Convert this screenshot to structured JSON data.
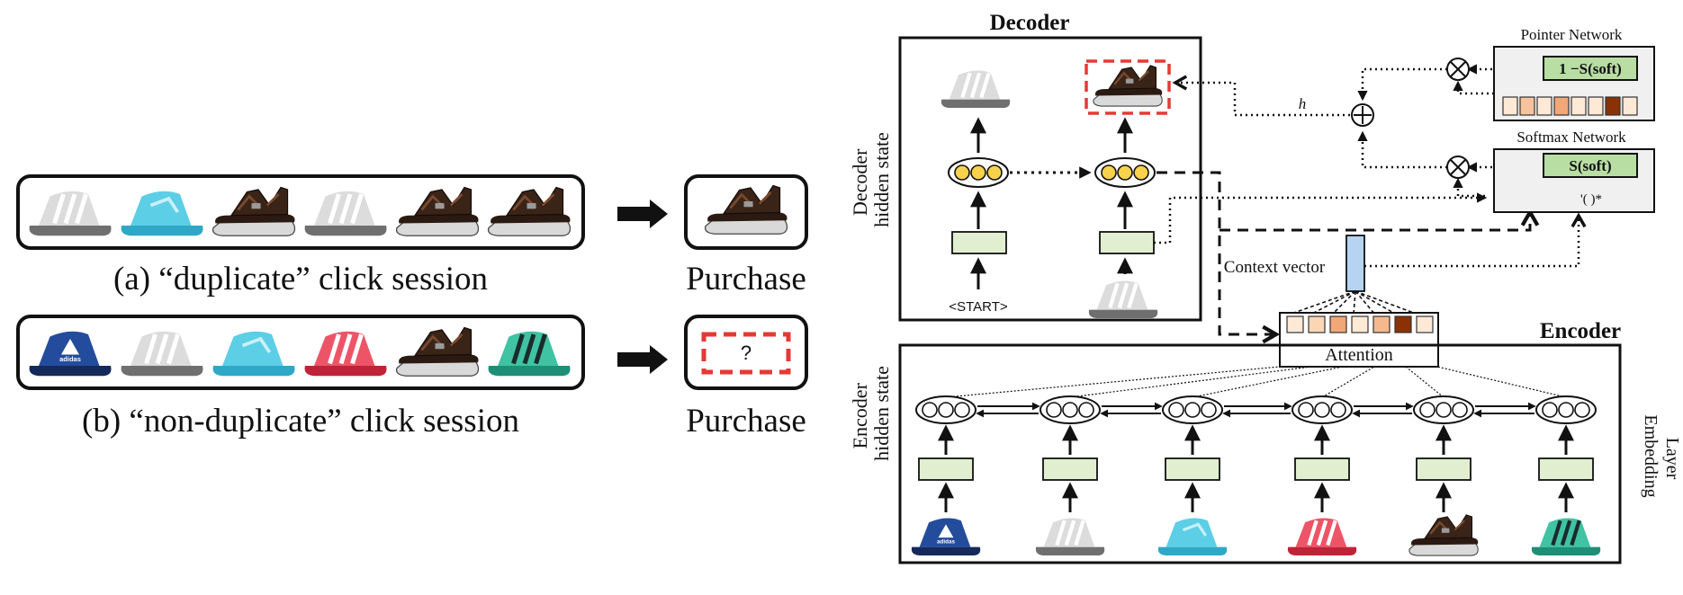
{
  "left": {
    "caption_a": "(a) “duplicate” click session",
    "caption_b": "(b) “non-duplicate” click session",
    "purchase_label_a": "Purchase",
    "purchase_label_b": "Purchase",
    "unknown_mark": "?",
    "session_a": [
      "slide-grey",
      "slide-cyan",
      "sandal-brown",
      "slide-grey",
      "sandal-brown",
      "sandal-brown"
    ],
    "session_a_purchase": "sandal-brown",
    "session_b": [
      "slide-navy",
      "slide-grey",
      "slide-cyan",
      "slide-red",
      "sandal-brown",
      "slide-teal"
    ]
  },
  "decoder": {
    "title": "Decoder",
    "side_label_line1": "Decoder",
    "side_label_line2": "hidden state",
    "start_token": "<START>",
    "output_items": [
      "slide-grey",
      "sandal-brown"
    ],
    "input_item": "slide-grey"
  },
  "encoder": {
    "title": "Encoder",
    "side_label_line1": "Encoder",
    "side_label_line2": "hidden state",
    "embedding_label_line1": "Embedding",
    "embedding_label_line2": "Layer",
    "attention_label": "Attention",
    "context_label": "Context vector",
    "input_items": [
      "slide-navy",
      "slide-grey",
      "slide-cyan",
      "slide-red",
      "sandal-brown",
      "slide-teal"
    ],
    "adidas_text": "adidas"
  },
  "pointer": {
    "title": "Pointer Network",
    "gate_label": "1 −S(soft)"
  },
  "softmax": {
    "title": "Softmax Network",
    "gate_label": "S(soft)",
    "formula": "'( )*"
  },
  "h_label": "h",
  "colors": {
    "accent_red": "#e53935",
    "box_green": "#e1efd0",
    "node_yellow": "#f7d24a",
    "context_blue": "#b6d3f2",
    "network_grey": "#f0f0f0",
    "gate_green": "#b8dea4",
    "attention_weights": [
      "#fde9d6",
      "#fad6b5",
      "#f2a779",
      "#fde9d6",
      "#f6b98e",
      "#8a3206",
      "#fde9d6"
    ],
    "pointer_weights": [
      "#fde9d6",
      "#f6c39e",
      "#fde9d6",
      "#f2a779",
      "#fde9d6",
      "#fde9d6",
      "#8a3206",
      "#fde9d6"
    ]
  }
}
